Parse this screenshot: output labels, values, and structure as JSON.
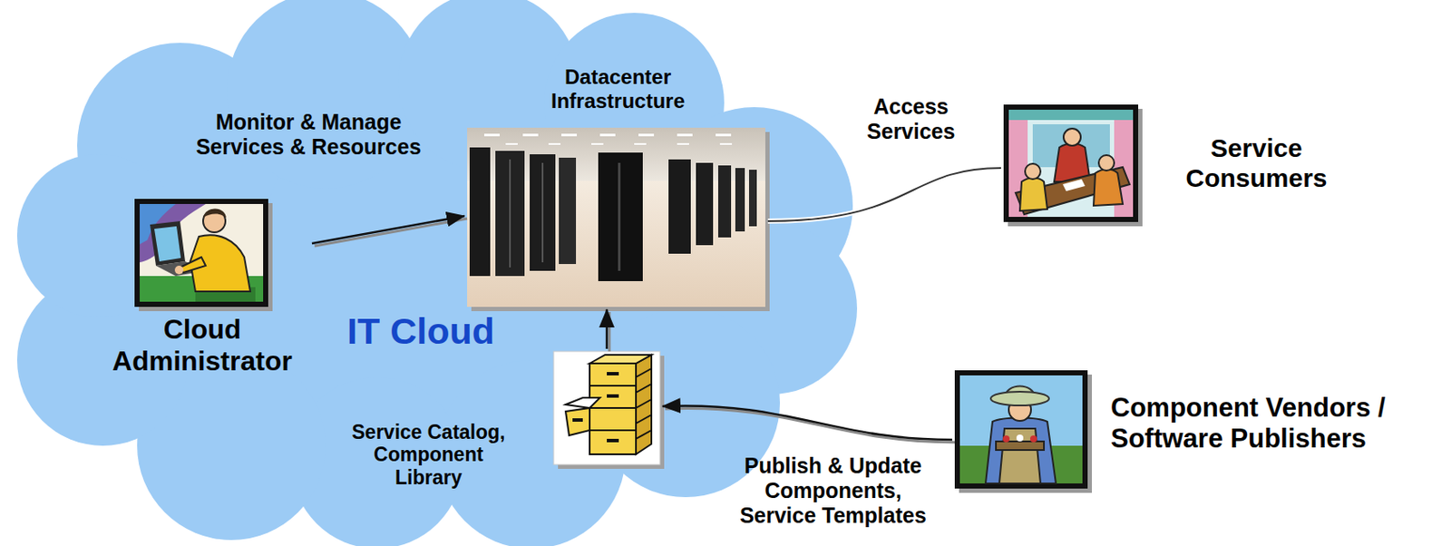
{
  "diagram": {
    "nodes": [
      {
        "text": [
          "IT Cloud"
        ]
      },
      {
        "text": [
          "Datacenter Infrastructure"
        ],
        "in": 0
      },
      {
        "text": [
          "Cloud Administrator"
        ],
        "in": 0
      },
      {
        "text": [
          "Service Catalog, Component Library"
        ],
        "in": 0
      },
      {
        "text": [
          "Service Consumers"
        ]
      },
      {
        "text": [
          "Component Vendors / Software Publishers"
        ]
      }
    ],
    "edges": [
      {
        "from": 2,
        "to": 1,
        "arrow": "to",
        "label": "Monitor & Manage Services & Resources"
      },
      {
        "from": 3,
        "to": 1,
        "arrow": "to"
      },
      {
        "from": 1,
        "to": 4,
        "arrow": "none",
        "label": "Access Services"
      },
      {
        "from": 5,
        "to": 3,
        "arrow": "to",
        "label": "Publish & Update Components, Service Templates"
      }
    ]
  }
}
